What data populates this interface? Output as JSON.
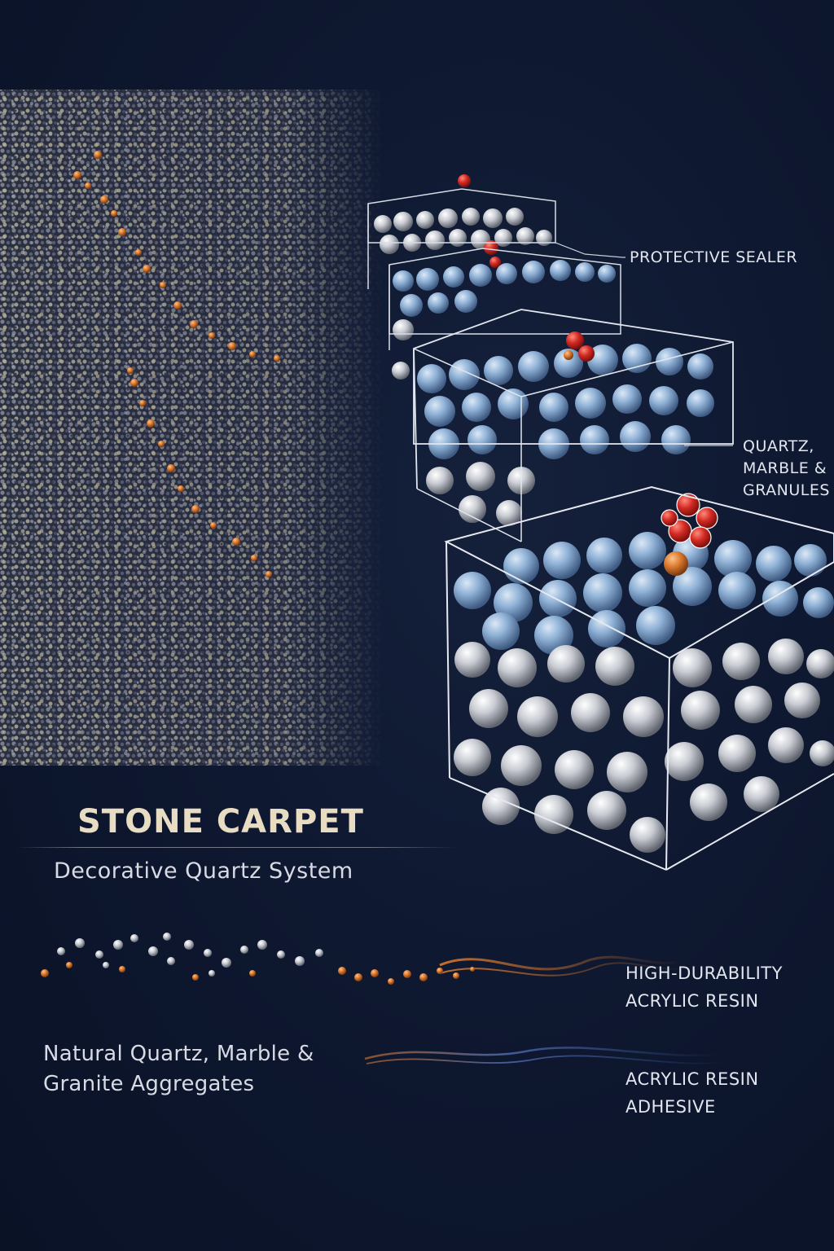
{
  "title": "STONE CARPET",
  "subtitle": "Decorative Quartz System",
  "aggregates_label": {
    "line1": "Natural Quartz, Marble &",
    "line2": "Granite Aggregates"
  },
  "layers": {
    "sealer": "PROTECTIVE SEALER",
    "granules": {
      "line1": "QUARTZ,",
      "line2": "MARBLE &",
      "line3": "GRANULES"
    },
    "resin": {
      "line1": "HIGH-DURABILITY",
      "line2": "ACRYLIC RESIN"
    },
    "adhesive": {
      "line1": "ACRYLIC RESIN",
      "line2": "ADHESIVE"
    }
  },
  "colors": {
    "background": "#0e1830",
    "title": "#e8dcc2",
    "label": "#e3e6ee",
    "resin_orange": "#d9782e",
    "sphere_blue": "#8fb1d6",
    "sphere_grey": "#c9ccd3",
    "accent_red": "#d22a24"
  }
}
